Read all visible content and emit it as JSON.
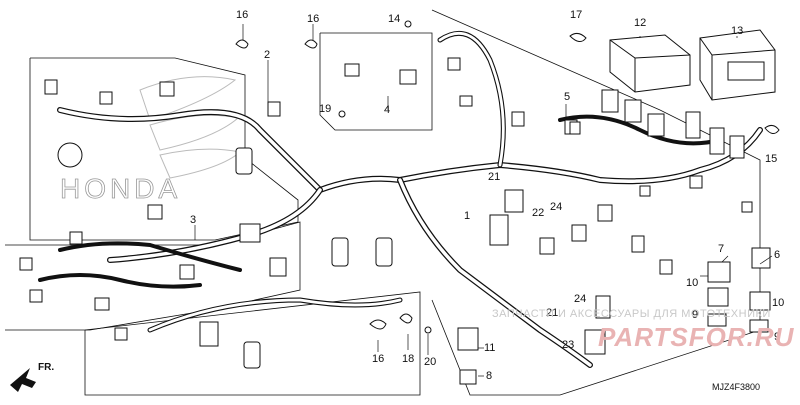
{
  "diagram_code": "MJZ4F3800",
  "front_marker": "FR.",
  "watermark": {
    "line1": "ЗАПЧАСТИ И АКСЕССУАРЫ ДЛЯ МОТОТЕХНИКИ",
    "logo": "PARTSFOR.RU"
  },
  "brand_text": "HONDA",
  "part_labels": {
    "p1": "1",
    "p2": "2",
    "p3": "3",
    "p4": "4",
    "p5": "5",
    "p6": "6",
    "p7": "7",
    "p8": "8",
    "p9a": "9",
    "p9b": "9",
    "p10a": "10",
    "p10b": "10",
    "p11": "11",
    "p12": "12",
    "p13": "13",
    "p14": "14",
    "p15": "15",
    "p16a": "16",
    "p16b": "16",
    "p16c": "16",
    "p17": "17",
    "p18": "18",
    "p19": "19",
    "p20": "20",
    "p21a": "21",
    "p21b": "21",
    "p22": "22",
    "p23": "23",
    "p24a": "24",
    "p24b": "24"
  }
}
